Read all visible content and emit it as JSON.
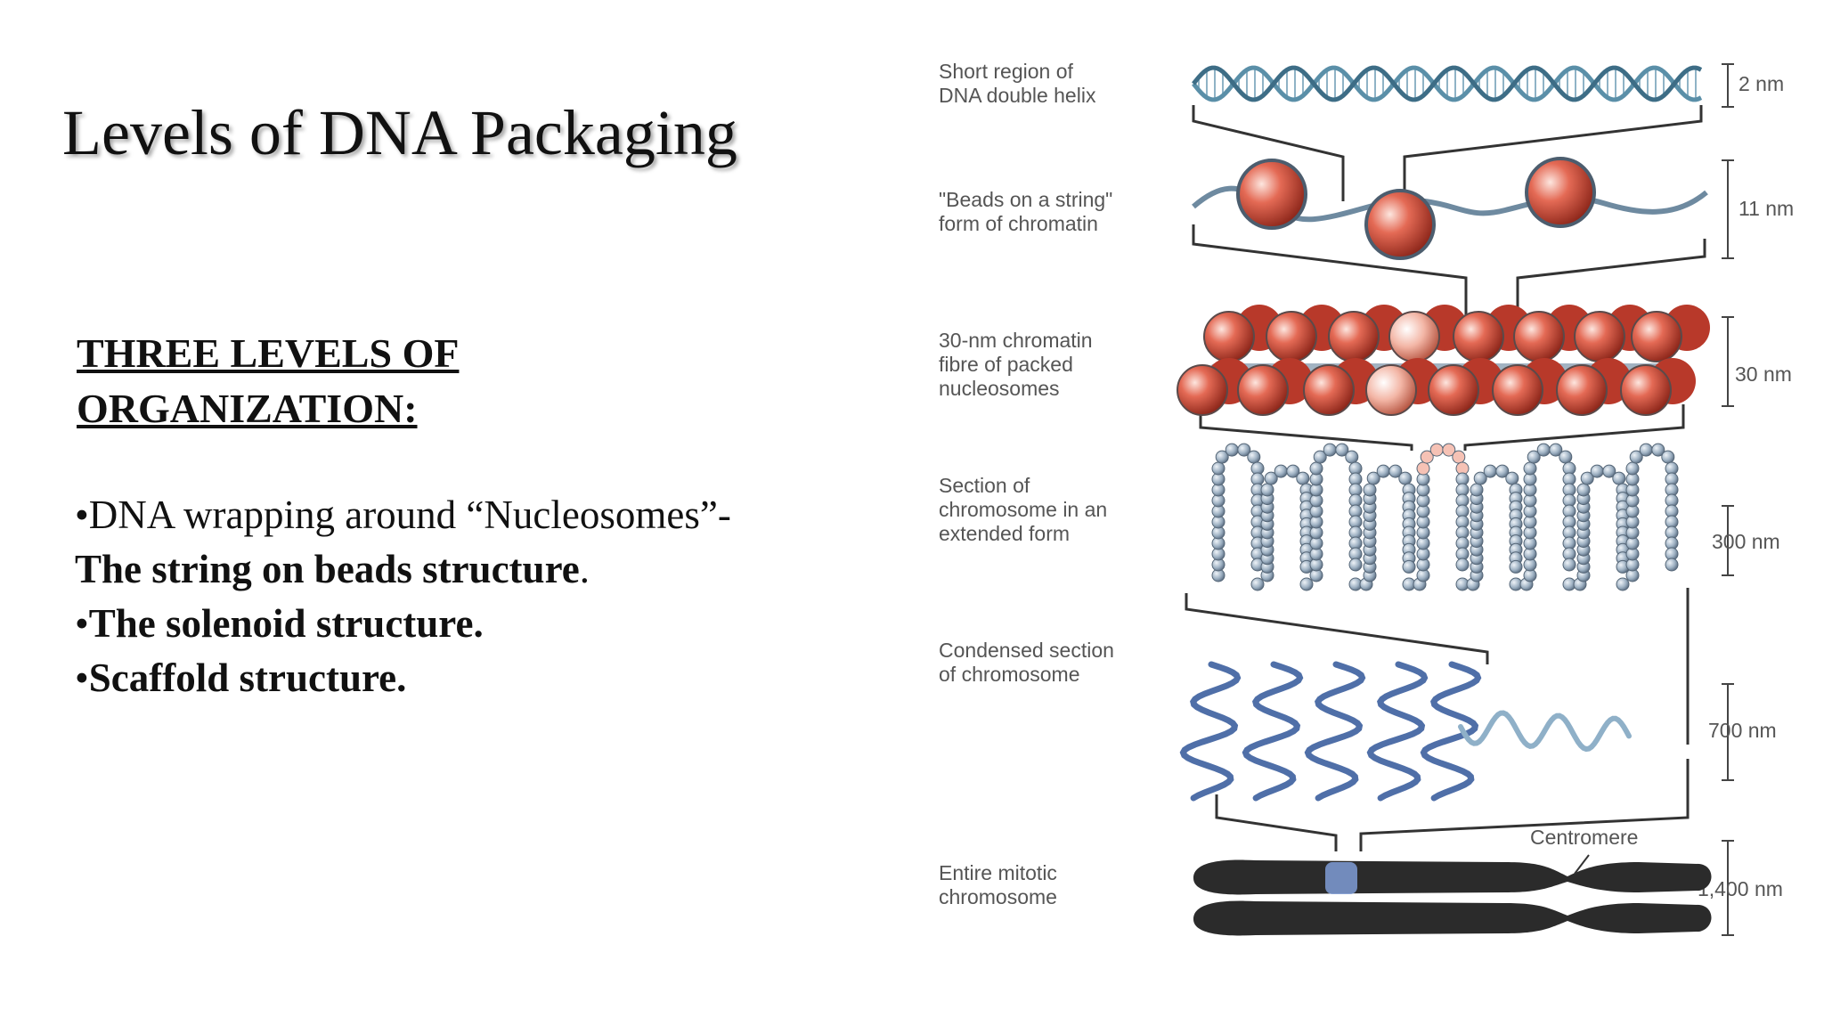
{
  "title": "Levels of DNA Packaging",
  "organization": {
    "heading_line1": "THREE LEVELS OF",
    "heading_line2": "ORGANIZATION:",
    "bullets": [
      {
        "prefix": "•DNA wrapping around “Nucleosomes”-",
        "bold": "The string on beads structure",
        "suffix": "."
      },
      {
        "prefix": "•",
        "bold": "The solenoid structure.",
        "suffix": ""
      },
      {
        "prefix": "•",
        "bold": "Scaffold structure.",
        "suffix": ""
      }
    ]
  },
  "figure": {
    "levels": [
      {
        "label_line1": "Short region of",
        "label_line2": "DNA double helix",
        "label_line3": "",
        "size": "2 nm"
      },
      {
        "label_line1": "\"Beads on a string\"",
        "label_line2": "form of chromatin",
        "label_line3": "",
        "size": "11 nm"
      },
      {
        "label_line1": "30-nm chromatin",
        "label_line2": "fibre of packed",
        "label_line3": "nucleosomes",
        "size": "30 nm"
      },
      {
        "label_line1": "Section of",
        "label_line2": "chromosome in an",
        "label_line3": "extended form",
        "size": "300 nm"
      },
      {
        "label_line1": "Condensed section",
        "label_line2": "of chromosome",
        "label_line3": "",
        "size": "700 nm"
      },
      {
        "label_line1": "Entire mitotic",
        "label_line2": "chromosome",
        "label_line3": "",
        "size": "1,400 nm"
      }
    ],
    "centromere_label": "Centromere",
    "colors": {
      "helix": "#5a8fa8",
      "nucleosome": "#d9533f",
      "nucleosome_highlight": "#f6c2b5",
      "fiber_bead": "#8aa2b8",
      "condensed": "#4f6fa8",
      "chromosome": "#2b2b2b",
      "centromere_band": "#7f9cd6"
    }
  }
}
